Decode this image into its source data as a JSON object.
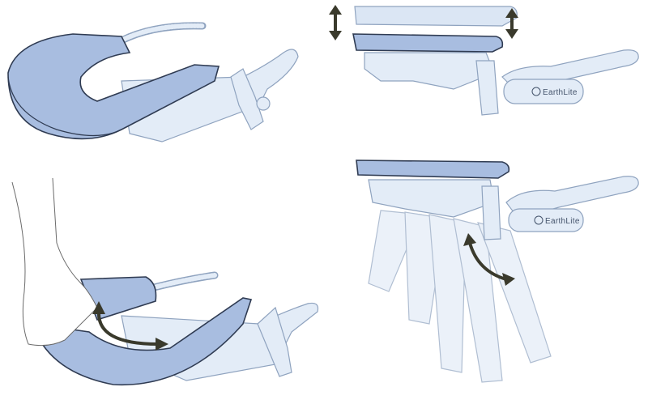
{
  "illustration": {
    "logo_text": "EarthLite",
    "colors": {
      "cushion": "#a8bde0",
      "frame": "#e3ecf7",
      "outline": "#2f3b52",
      "arrow": "#3a3a2c"
    },
    "panels": [
      {
        "id": "cushion-overview"
      },
      {
        "id": "height-adjust",
        "arrow": "vertical-double"
      },
      {
        "id": "cushion-pivot",
        "arrow": "curved-double"
      },
      {
        "id": "tilt-adjust",
        "arrow": "curved-double"
      }
    ]
  }
}
